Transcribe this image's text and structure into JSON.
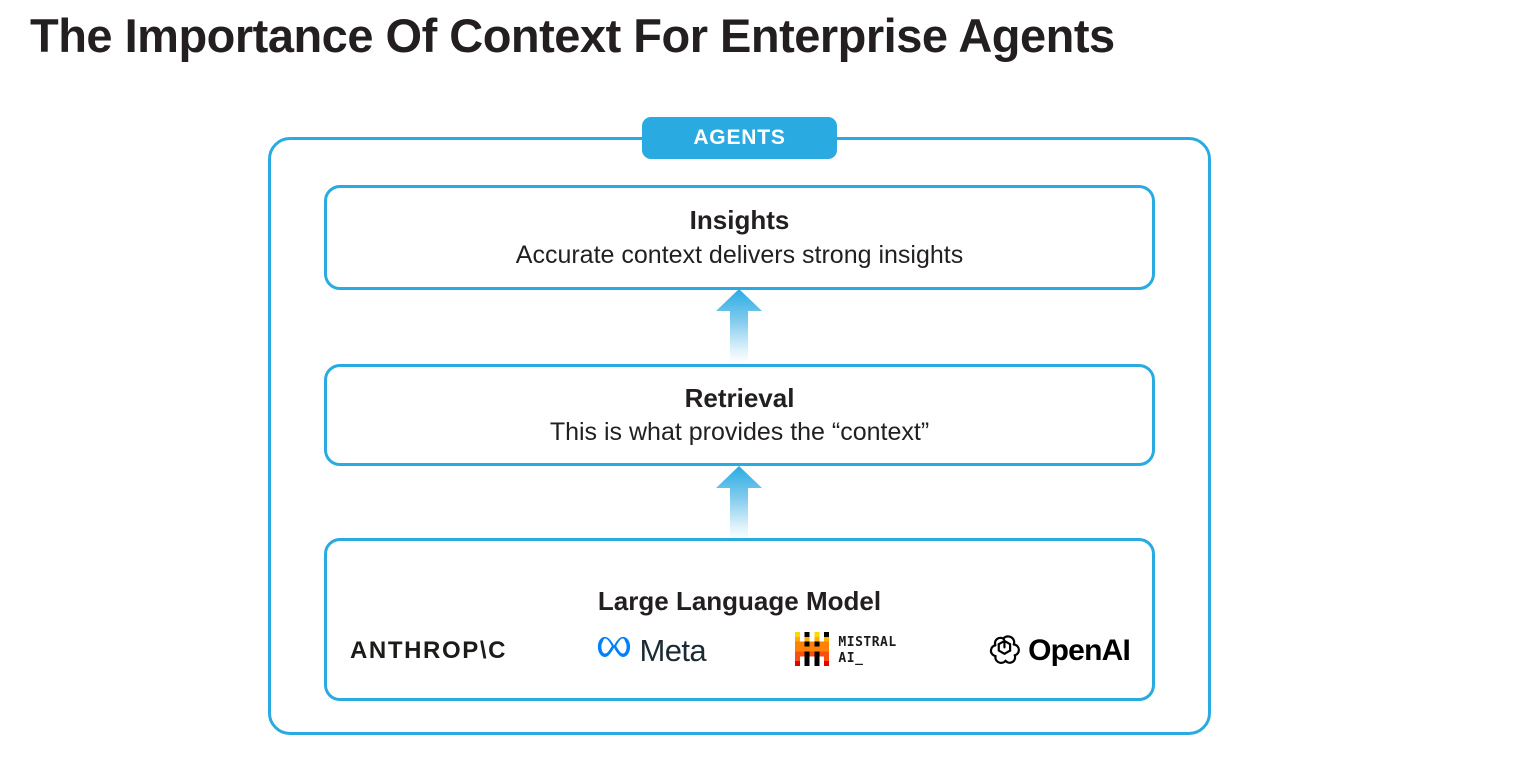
{
  "page": {
    "title": "The Importance Of Context For Enterprise Agents"
  },
  "diagram": {
    "container_label": "AGENTS",
    "accent_color": "#29abe2",
    "layers": [
      {
        "id": "insights",
        "title": "Insights",
        "subtitle": "Accurate context delivers strong insights"
      },
      {
        "id": "retrieval",
        "title": "Retrieval",
        "subtitle": "This is what provides the “context”"
      },
      {
        "id": "llm",
        "title": "Large Language Model",
        "subtitle": ""
      }
    ],
    "arrows": [
      {
        "id": "arrow-llm-to-retrieval",
        "direction": "up"
      },
      {
        "id": "arrow-retrieval-to-insights",
        "direction": "up"
      }
    ],
    "logos": [
      {
        "id": "anthropic",
        "name": "Anthropic",
        "wordmark": "ANTHROP\\C",
        "color": "#1b1b19"
      },
      {
        "id": "meta",
        "name": "Meta",
        "wordmark": "Meta",
        "color": "#0081fb"
      },
      {
        "id": "mistral",
        "name": "Mistral AI",
        "wordmark_line1": "MISTRAL",
        "wordmark_line2": "AI_",
        "color": "#ff7000"
      },
      {
        "id": "openai",
        "name": "OpenAI",
        "wordmark": "OpenAI",
        "color": "#000000"
      }
    ]
  }
}
